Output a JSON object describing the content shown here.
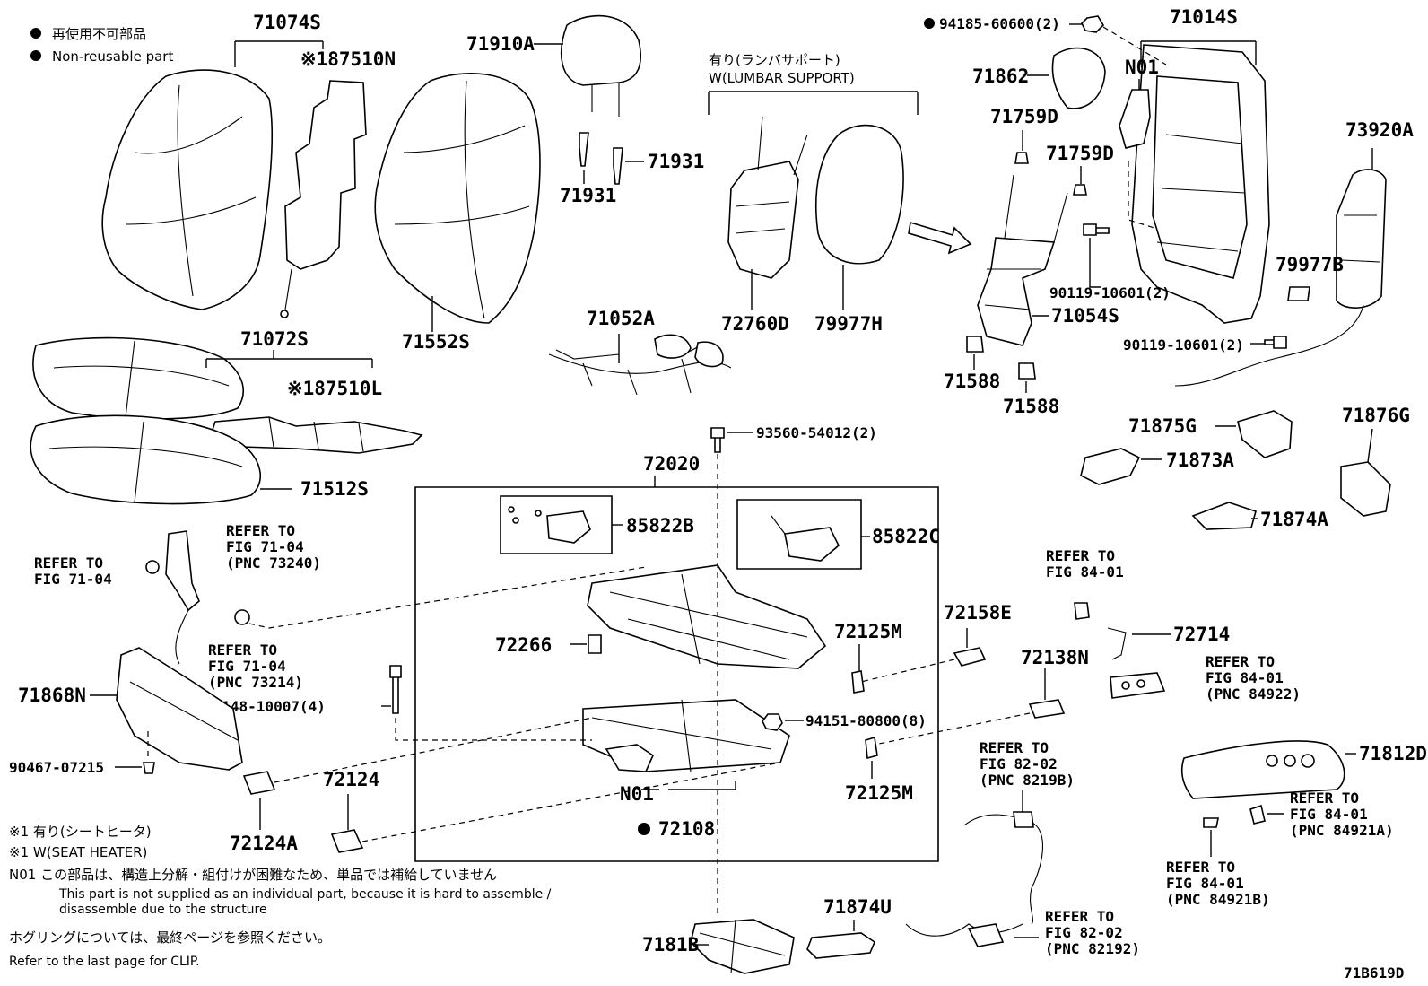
{
  "legend": {
    "non_reusable_ja": "再使用不可部品",
    "non_reusable_en": "Non-reusable part"
  },
  "parts": {
    "p71074S": "71074S",
    "p87510N": "※187510N",
    "p71910A": "71910A",
    "p71931a": "71931",
    "p71931b": "71931",
    "p71072S": "71072S",
    "p87510L": "※187510L",
    "p71552S": "71552S",
    "p71512S": "71512S",
    "p72760D": "72760D",
    "p79977H": "79977H",
    "p71052A": "71052A",
    "p94185": "94185-60600(2)",
    "p71014S": "71014S",
    "p71862": "71862",
    "pN01top": "N01",
    "p71759Da": "71759D",
    "p71759Db": "71759D",
    "p73920A": "73920A",
    "p90119a": "90119-10601(2)",
    "p79977B": "79977B",
    "p71054S": "71054S",
    "p90119b": "90119-10601(2)",
    "p71588a": "71588",
    "p71588b": "71588",
    "p71875G": "71875G",
    "p71876G": "71876G",
    "p71873A": "71873A",
    "p71874A": "71874A",
    "p93560": "93560-54012(2)",
    "p72020": "72020",
    "p85822B": "85822B",
    "p85822C": "85822C",
    "p72266": "72266",
    "p72125Ma": "72125M",
    "p72125Mb": "72125M",
    "p90148": "90148-10007(4)",
    "p94151": "94151-80800(8)",
    "pN01bot": "N01",
    "p72108": "72108",
    "p72158E": "72158E",
    "p72138N": "72138N",
    "p72714": "72714",
    "p71868N": "71868N",
    "p90467": "90467-07215",
    "p72124": "72124",
    "p72124A": "72124A",
    "p71812D": "71812D",
    "p71874U": "71874U",
    "p7181B": "7181B",
    "diagram_code": "71B619D"
  },
  "lumbar": {
    "ja": "有り(ランバサポート)",
    "en": "W(LUMBAR SUPPORT)"
  },
  "refs": {
    "r1_l1": "REFER TO",
    "r1_l2": "FIG 71-04",
    "r1_l3": "(PNC 73240)",
    "r2_l1": "REFER TO",
    "r2_l2": "FIG 71-04",
    "r3_l1": "REFER TO",
    "r3_l2": "FIG 71-04",
    "r3_l3": "(PNC 73214)",
    "r4_l1": "REFER TO",
    "r4_l2": "FIG 84-01",
    "r5_l1": "REFER TO",
    "r5_l2": "FIG 84-01",
    "r5_l3": "(PNC 84922)",
    "r6_l1": "REFER TO",
    "r6_l2": "FIG 82-02",
    "r6_l3": "(PNC 8219B)",
    "r7_l1": "REFER TO",
    "r7_l2": "FIG 84-01",
    "r7_l3": "(PNC 84921A)",
    "r8_l1": "REFER TO",
    "r8_l2": "FIG 84-01",
    "r8_l3": "(PNC 84921B)",
    "r9_l1": "REFER TO",
    "r9_l2": "FIG 82-02",
    "r9_l3": "(PNC 82192)"
  },
  "notes": {
    "heater_ja": "※1 有り(シートヒータ)",
    "heater_en": "※1 W(SEAT HEATER)",
    "n01_ja": "N01 この部品は、構造上分解・組付けが困難なため、単品では補給していません",
    "n01_en1": "This part is not supplied as an individual part, because it is hard to assemble /",
    "n01_en2": "disassemble due to the structure",
    "clip_ja": "ホグリングについては、最終ページを参照ください。",
    "clip_en": "Refer to the last page for CLIP."
  }
}
